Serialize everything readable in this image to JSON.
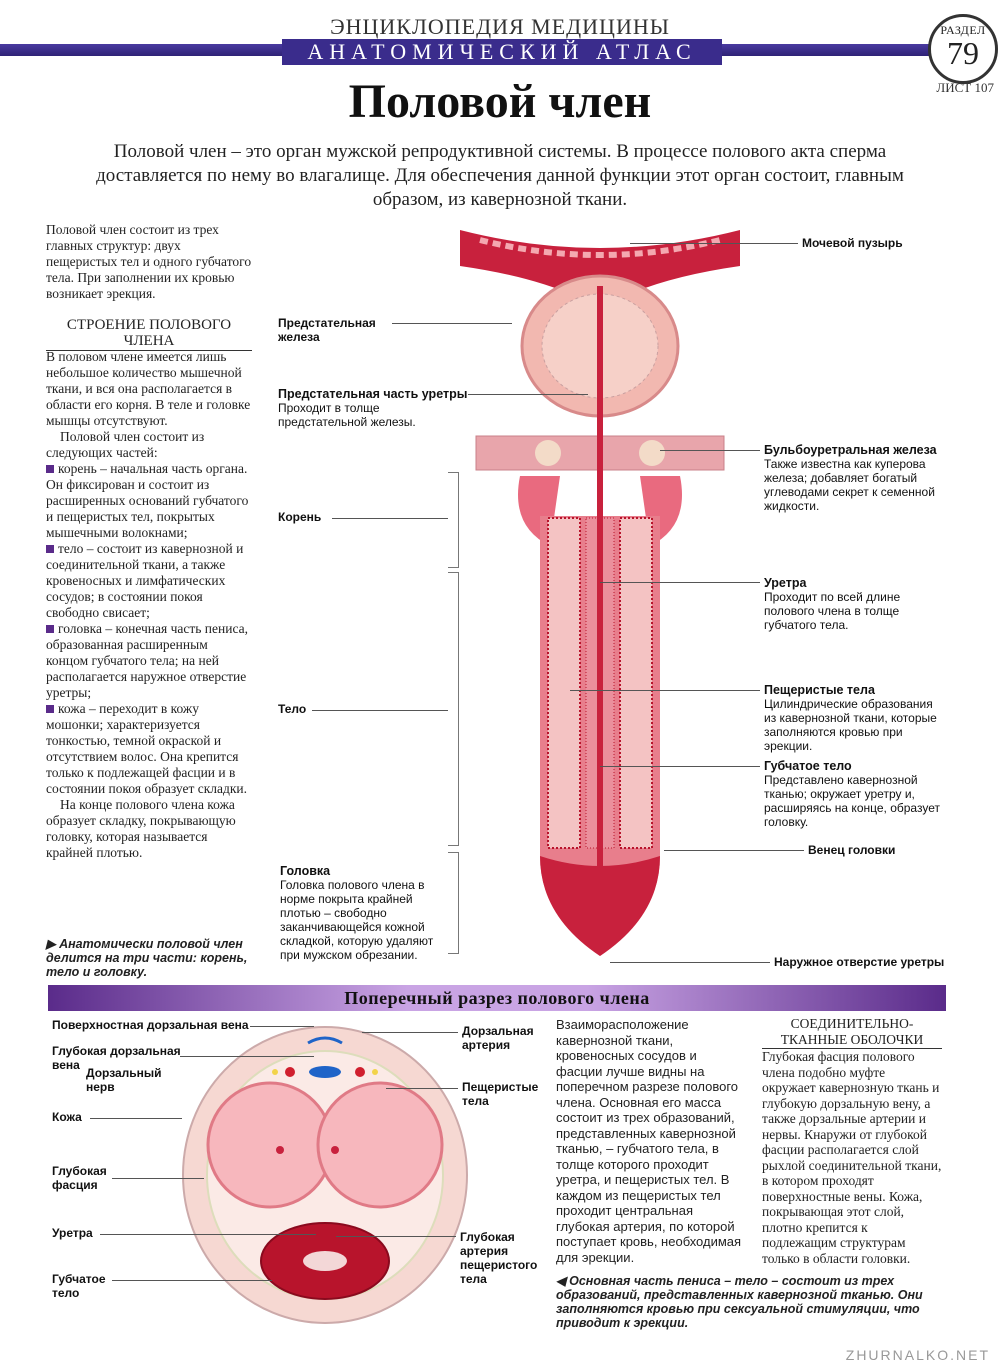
{
  "header": {
    "encyclopedia": "ЭНЦИКЛОПЕДИЯ МЕДИЦИНЫ",
    "atlas": "АНАТОМИЧЕСКИЙ АТЛАС",
    "section_label": "РАЗДЕЛ",
    "section_number": "79",
    "sheet": "ЛИСТ 107"
  },
  "title": "Половой член",
  "intro": "Половой член – это орган мужской репродуктивной системы. В процессе полового акта сперма доставляется по нему во влагалище. Для обеспечения данной функции этот орган состоит, главным образом, из кавернозной ткани.",
  "left": {
    "intro": "Половой член состоит из трех главных структур: двух пещеристых тел и одного губчатого тела. При заполнении их кровью возникает эрекция.",
    "heading": "СТРОЕНИЕ ПОЛОВОГО ЧЛЕНА",
    "p1": "В половом члене имеется лишь небольшое количество мышечной ткани, и вся она располагается в области его корня. В теле и головке мышцы отсутствуют.",
    "p2": "Половой член состоит из следующих частей:",
    "b1": "корень – начальная часть органа. Он фиксирован и состоит из расширенных оснований губчатого и пещеристых тел, покрытых мышечными волокнами;",
    "b2": "тело – состоит из кавернозной и соединительной ткани, а также кровеносных и лимфатических сосудов; в состоянии покоя свободно свисает;",
    "b3": "головка – конечная часть пениса, образованная расширенным концом губчатого тела; на ней располагается наружное отверстие уретры;",
    "b4": "кожа – переходит в кожу мошонки; характеризуется тонкостью, темной окраской и отсутствием волос. Она крепится только к подлежащей фасции и в состоянии покоя образует складки.",
    "p3": "На конце полового члена кожа образует складку, покрывающую головку, которая называется крайней плотью.",
    "caption": "Анатомически половой член делится на три части: корень, тело и головку."
  },
  "diagram": {
    "bladder": "Мочевой пузырь",
    "prostate": "Предстательная железа",
    "urethra_prost_title": "Предстательная часть уретры",
    "urethra_prost_desc": "Проходит в толще предстательной железы.",
    "root": "Корень",
    "body": "Тело",
    "head_title": "Головка",
    "head_desc": "Головка полового члена в норме покрыта крайней плотью – свободно заканчивающейся кожной складкой, которую удаляют при мужском обрезании.",
    "bulbo_title": "Бульбоуретральная железа",
    "bulbo_desc": "Также известна как куперова железа; добавляет богатый углеводами секрет к семенной жидкости.",
    "urethra_title": "Уретра",
    "urethra_desc": "Проходит по всей длине полового члена в толще губчатого тела.",
    "cavernous_title": "Пещеристые тела",
    "cavernous_desc": "Цилиндрические образования из кавернозной ткани, которые заполняются кровью при эрекции.",
    "spongy_title": "Губчатое тело",
    "spongy_desc": "Представлено кавернозной тканью; окружает уретру и, расширяясь на конце, образует головку.",
    "corona": "Венец головки",
    "meatus": "Наружное отверстие уретры"
  },
  "cross": {
    "band_title": "Поперечный разрез полового члена",
    "l1": "Поверхностная дорзальная вена",
    "l2": "Глубокая дорзальная вена",
    "l3": "Дорзальный нерв",
    "l4": "Кожа",
    "l5": "Глубокая фасция",
    "l6": "Уретра",
    "l7": "Губчатое тело",
    "r1": "Дорзальная артерия",
    "r2": "Пещеристые тела",
    "r3": "Глубокая артерия пещеристого тела"
  },
  "mid_text": "Взаиморасположение кавернозной ткани, кровеносных сосудов и фасции лучше видны на поперечном разрезе полового члена. Основная его масса состоит из трех образований, представленных кавернозной тканью, – губчатого тела, в толще которого проходит уретра, и пещеристых тел. В каждом из пещеристых тел проходит центральная глубокая артерия, по которой поступает кровь, необходимая для эрекции.",
  "right_col": {
    "heading": "СОЕДИНИТЕЛЬНО-ТКАННЫЕ ОБОЛОЧКИ",
    "text": "Глубокая фасция полового члена подобно муфте окружает кавернозную ткань и глубокую дорзальную вену, а также дорзальные артерии и нервы. Кнаружи от глубокой фасции располагается слой рыхлой соединительной ткани, в котором проходят поверхностные вены. Кожа, покрывающая этот слой, плотно крепится к подлежащим структурам только в области головки."
  },
  "bottom_caption": "Основная часть пениса – тело – состоит из трех образований, представленных кавернозной тканью. Они заполняются кровью при сексуальной стимуляции, что приводит к эрекции.",
  "watermark": "ZHURNALKO.NET",
  "colors": {
    "band": "#3a2c8c",
    "purple": "#5a2b8a",
    "tissue": "#e67c86",
    "dark_tissue": "#b8142c"
  }
}
